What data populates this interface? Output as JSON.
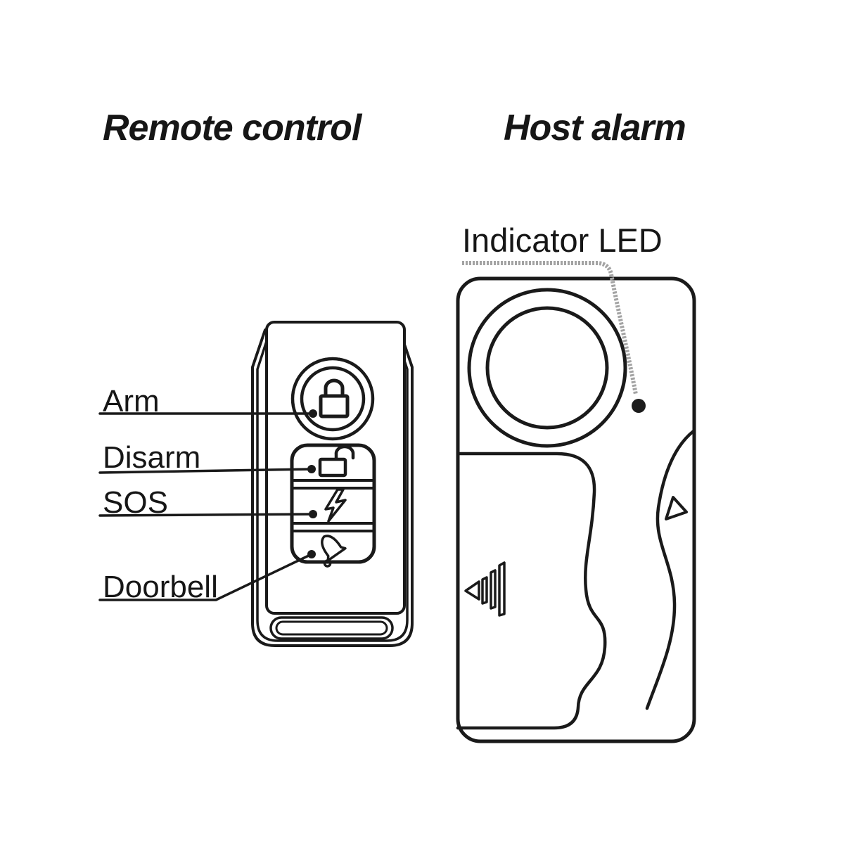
{
  "titles": {
    "remote": "Remote control",
    "host": "Host alarm"
  },
  "labels": {
    "arm": "Arm",
    "disarm": "Disarm",
    "sos": "SOS",
    "doorbell": "Doorbell",
    "indicator_led": "Indicator LED"
  },
  "devices": {
    "remote": {
      "name": "Remote control",
      "buttons": [
        {
          "label": "Arm",
          "icon": "closed-padlock"
        },
        {
          "label": "Disarm",
          "icon": "open-padlock"
        },
        {
          "label": "SOS",
          "icon": "lightning-bolt"
        },
        {
          "label": "Doorbell",
          "icon": "bell"
        }
      ]
    },
    "host": {
      "name": "Host alarm",
      "features": [
        "speaker",
        "indicator-led",
        "slide-open-battery-cover",
        "direction-triangle"
      ]
    }
  },
  "icons": [
    "arm-lock-icon",
    "disarm-unlock-icon",
    "sos-lightning-icon",
    "doorbell-bell-icon",
    "speaker-rings-icon",
    "indicator-led-dot",
    "slide-open-icon",
    "slide-direction-icon"
  ],
  "colors": {
    "line": "#1a1a1a",
    "leader_gray": "#a3a3a3",
    "led": "#1c1c1c",
    "background": "#ffffff"
  }
}
